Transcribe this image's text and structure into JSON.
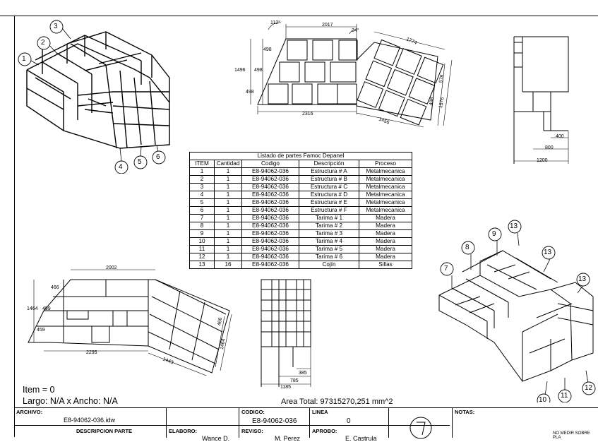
{
  "bom": {
    "title": "Listado de partes Famoc Depanel",
    "headers": [
      "ITEM",
      "Cantidad",
      "Codigo",
      "Descripción",
      "Proceso"
    ],
    "rows": [
      [
        "1",
        "1",
        "E8-94062-036",
        "Estructura # A",
        "Metalmecanica"
      ],
      [
        "2",
        "1",
        "E8-94062-036",
        "Estructura # B",
        "Metalmecanica"
      ],
      [
        "3",
        "1",
        "E8-94062-036",
        "Estructura # C",
        "Metalmecanica"
      ],
      [
        "4",
        "1",
        "E8-94062-036",
        "Estructura # D",
        "Metalmecanica"
      ],
      [
        "5",
        "1",
        "E8-94062-036",
        "Estructura # E",
        "Metalmecanica"
      ],
      [
        "6",
        "1",
        "E8-94062-036",
        "Estructura # F",
        "Metalmecanica"
      ],
      [
        "7",
        "1",
        "E8-94062-036",
        "Tarima # 1",
        "Madera"
      ],
      [
        "8",
        "1",
        "E8-94062-036",
        "Tarima # 2",
        "Madera"
      ],
      [
        "9",
        "1",
        "E8-94062-036",
        "Tarima # 3",
        "Madera"
      ],
      [
        "10",
        "1",
        "E8-94062-036",
        "Tarima # 4",
        "Madera"
      ],
      [
        "11",
        "1",
        "E8-94062-036",
        "Tarima # 5",
        "Madera"
      ],
      [
        "12",
        "1",
        "E8-94062-036",
        "Tarima # 6",
        "Madera"
      ],
      [
        "13",
        "16",
        "E8-94062-036",
        "Cojín",
        "Sillas"
      ]
    ]
  },
  "top_view_dims": {
    "angle_left": "112°",
    "width_top": "2017",
    "angle_right": "24°",
    "h1": "498",
    "h2": "498",
    "h3": "498",
    "h_total": "1496",
    "width_bottom": "2316",
    "diag_top": "1774",
    "diag_bottom": "1456",
    "r1": "578",
    "r2": "498",
    "r3": "1576"
  },
  "side_view_dims": {
    "d1": "400",
    "d2": "800",
    "d3": "1200"
  },
  "bottom_view_dims": {
    "width_top": "2002",
    "h1": "466",
    "h2": "499",
    "h3": "459",
    "h_total": "1464",
    "width_bottom": "2295",
    "diag": "1443",
    "r1": "466",
    "r2": "1464"
  },
  "front_view_dims": {
    "d1": "385",
    "d2": "785",
    "d3": "1185"
  },
  "balloons_struct": [
    "1",
    "2",
    "3",
    "4",
    "5",
    "6"
  ],
  "balloons_tarima": [
    "7",
    "8",
    "9",
    "13",
    "13",
    "13",
    "10",
    "11",
    "12"
  ],
  "item_info": {
    "item": "Item = 0",
    "size": "Largo: N/A x Ancho: N/A"
  },
  "area": "Area Total: 97315270,251 mm^2",
  "title_block": {
    "archivo_label": "ARCHIVO:",
    "archivo_value": "E8-94062-036.idw",
    "codigo_label": "CODIGO:",
    "codigo_value": "E8-94062-036",
    "linea_label": "LINEA",
    "linea_value": "0",
    "notas_label": "NOTAS:",
    "descripcion_label": "DESCRIPCION PARTE",
    "elaboro_label": "ELABORO:",
    "elaboro_value": "Wance D.",
    "reviso_label": "REVISO:",
    "reviso_value": "M. Perez",
    "aprobo_label": "APROBO:",
    "aprobo_value": "E. Castrula",
    "note_text": "NO MEDIR SOBRE PLA"
  }
}
